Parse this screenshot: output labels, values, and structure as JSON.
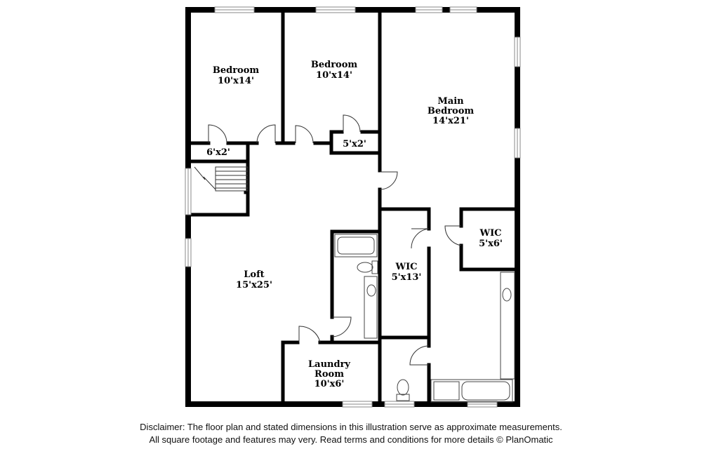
{
  "rooms": {
    "bedroom_1": {
      "name": "Bedroom",
      "size": "10'x14'"
    },
    "bedroom_2": {
      "name": "Bedroom",
      "size": "10'x14'"
    },
    "main_bedroom": {
      "name_line1": "Main",
      "name_line2": "Bedroom",
      "size": "14'x21'"
    },
    "closet_1": {
      "size": "6'x2'"
    },
    "closet_2": {
      "size": "5'x2'"
    },
    "loft": {
      "name": "Loft",
      "size": "15'x25'"
    },
    "wic_small": {
      "name": "WIC",
      "size": "5'x6'"
    },
    "wic_large": {
      "name": "WIC",
      "size": "5'x13'"
    },
    "laundry": {
      "name_line1": "Laundry",
      "name_line2": "Room",
      "size": "10'x6'"
    }
  },
  "disclaimer": {
    "line1": "Disclaimer: The floor plan and stated dimensions in this illustration serve as approximate measurements.",
    "line2": "All square footage and features may very. Read terms and conditions for more details © PlanOmatic"
  }
}
